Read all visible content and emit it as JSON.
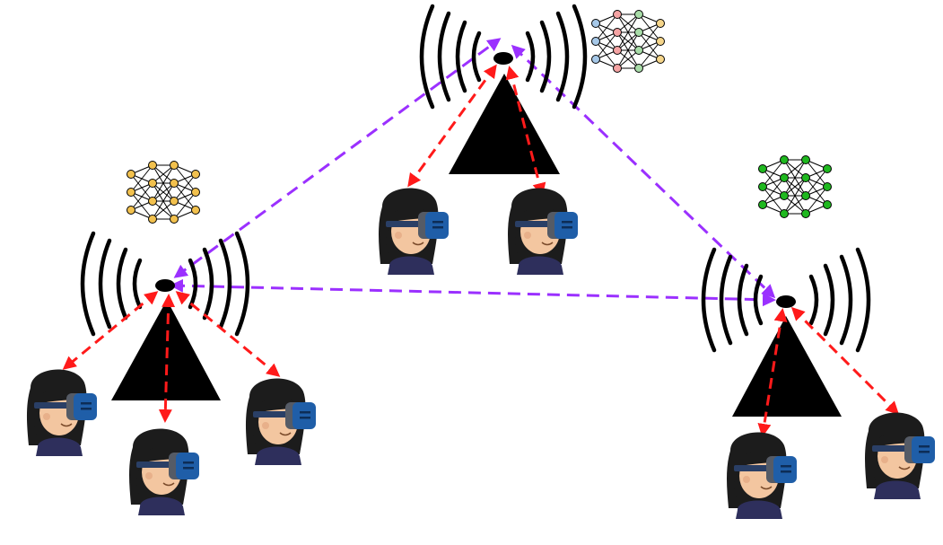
{
  "diagram": {
    "base_stations": [
      {
        "id": "bs-top",
        "model": "neural-network-icon",
        "model_color": "multicolor",
        "users": 2
      },
      {
        "id": "bs-left",
        "model": "neural-network-icon",
        "model_color": "#f2c14e",
        "users": 3
      },
      {
        "id": "bs-right",
        "model": "neural-network-icon",
        "model_color": "#1fb81f",
        "users": 2
      }
    ],
    "links": {
      "backhaul_color": "#9b30ff",
      "access_color": "#ff1a1a"
    },
    "user_icon": "vr-headset-user-icon",
    "station_icon": "antenna-tower-icon"
  }
}
